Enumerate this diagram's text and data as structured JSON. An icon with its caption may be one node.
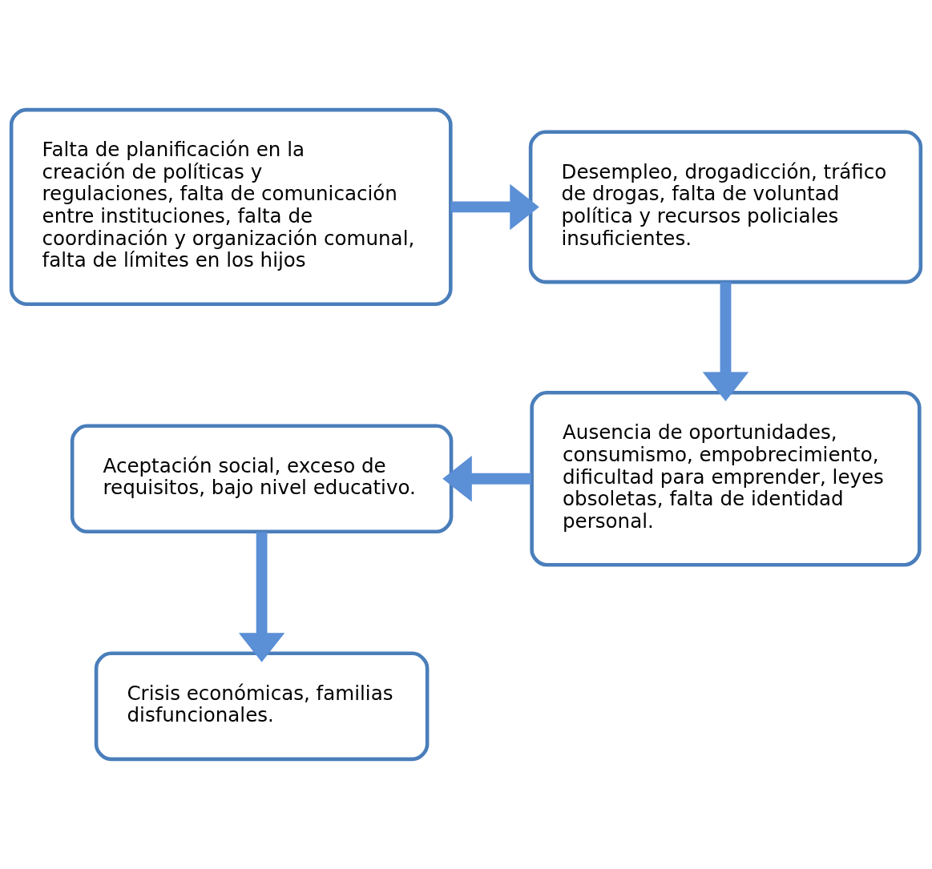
{
  "diagram": {
    "nodes": [
      {
        "text": [
          "Falta de planificación en la creación de políticas y regulaciones, falta de comunicación entre instituciones, falta de coordinación y organización comunal, falta de límites en los hijos"
        ]
      },
      {
        "text": [
          "Desempleo, drogadicción, tráfico de drogas, falta de voluntad política y recursos policiales insuficientes."
        ]
      },
      {
        "text": [
          "Ausencia de oportunidades, consumismo, empobrecimiento, dificultad para emprender, leyes obsoletas, falta de identidad personal."
        ]
      },
      {
        "text": [
          "Aceptación social, exceso de requisitos, bajo nivel educativo."
        ]
      },
      {
        "text": [
          "Crisis económicas, familias disfuncionales."
        ]
      }
    ],
    "edges": [
      {
        "from": 0,
        "to": 1,
        "arrow": "to"
      },
      {
        "from": 1,
        "to": 2,
        "arrow": "to"
      },
      {
        "from": 2,
        "to": 3,
        "arrow": "to"
      },
      {
        "from": 3,
        "to": 4,
        "arrow": "to"
      }
    ]
  }
}
